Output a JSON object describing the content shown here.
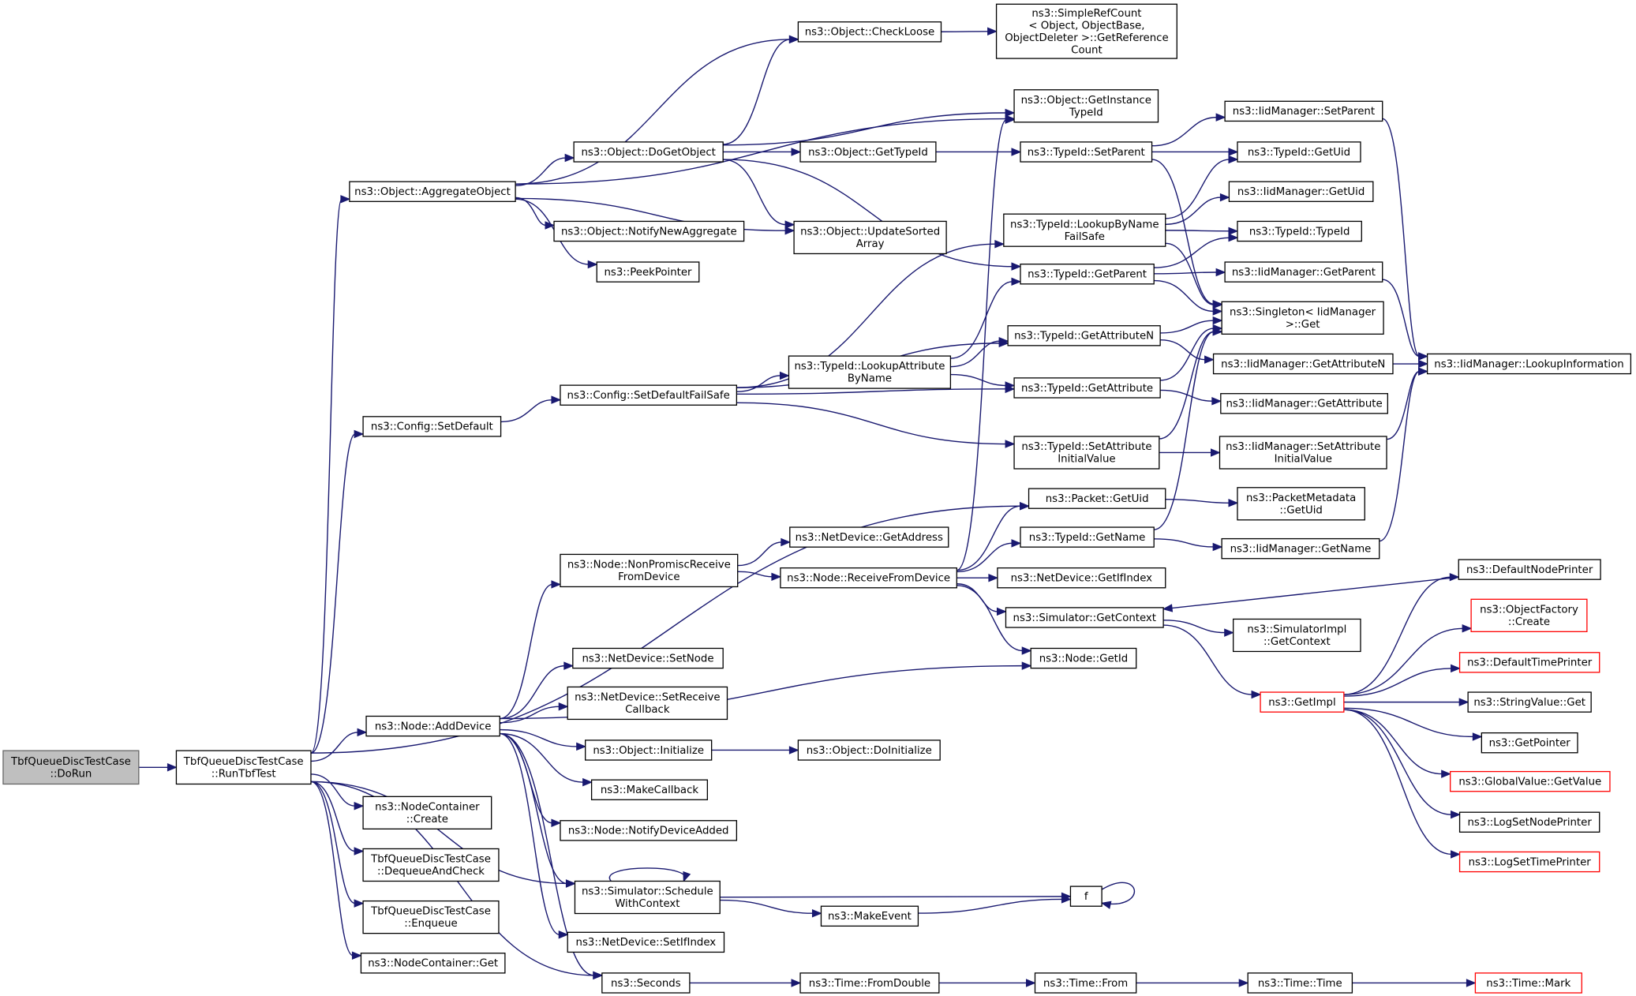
{
  "diagram": {
    "nodes": [
      {
        "id": "n0",
        "lines": [
          "TbfQueueDiscTestCase",
          "::DoRun"
        ],
        "style": "root"
      },
      {
        "id": "n1",
        "lines": [
          "TbfQueueDiscTestCase",
          "::RunTbfTest"
        ]
      },
      {
        "id": "n2",
        "lines": [
          "ns3::Object::AggregateObject"
        ]
      },
      {
        "id": "n3",
        "lines": [
          "ns3::Config::SetDefault"
        ]
      },
      {
        "id": "n4",
        "lines": [
          "ns3::Packet::GetUid"
        ]
      },
      {
        "id": "n5",
        "lines": [
          "ns3::Node::AddDevice"
        ]
      },
      {
        "id": "n6",
        "lines": [
          "ns3::NodeContainer",
          "::Create"
        ]
      },
      {
        "id": "n7",
        "lines": [
          "TbfQueueDiscTestCase",
          "::DequeueAndCheck"
        ]
      },
      {
        "id": "n8",
        "lines": [
          "TbfQueueDiscTestCase",
          "::Enqueue"
        ]
      },
      {
        "id": "n9",
        "lines": [
          "ns3::NodeContainer::Get"
        ]
      },
      {
        "id": "n10",
        "lines": [
          "ns3::Seconds"
        ]
      },
      {
        "id": "n11",
        "lines": [
          "ns3::Simulator::Schedule",
          "WithContext"
        ]
      },
      {
        "id": "n12",
        "lines": [
          "ns3::Object::CheckLoose"
        ]
      },
      {
        "id": "n13",
        "lines": [
          "ns3::SimpleRefCount",
          "< Object, ObjectBase,",
          "ObjectDeleter >::GetReference",
          "Count"
        ]
      },
      {
        "id": "n14",
        "lines": [
          "ns3::Object::GetInstance",
          "TypeId"
        ]
      },
      {
        "id": "n15",
        "lines": [
          "ns3::Object::DoGetObject"
        ]
      },
      {
        "id": "n16",
        "lines": [
          "ns3::Object::GetTypeId"
        ]
      },
      {
        "id": "n17",
        "lines": [
          "ns3::Object::UpdateSorted",
          "Array"
        ]
      },
      {
        "id": "n18",
        "lines": [
          "ns3::Object::NotifyNewAggregate"
        ]
      },
      {
        "id": "n19",
        "lines": [
          "ns3::PeekPointer"
        ]
      },
      {
        "id": "n20",
        "lines": [
          "ns3::TypeId::SetParent"
        ]
      },
      {
        "id": "n21",
        "lines": [
          "ns3::TypeId::GetParent"
        ]
      },
      {
        "id": "n22",
        "lines": [
          "ns3::IidManager::SetParent"
        ]
      },
      {
        "id": "n23",
        "lines": [
          "ns3::TypeId::GetUid"
        ]
      },
      {
        "id": "n24",
        "lines": [
          "ns3::Singleton< IidManager",
          ">::Get"
        ]
      },
      {
        "id": "n25",
        "lines": [
          "ns3::IidManager::LookupInformation"
        ]
      },
      {
        "id": "n26",
        "lines": [
          "ns3::IidManager::GetParent"
        ]
      },
      {
        "id": "n27",
        "lines": [
          "ns3::TypeId::TypeId"
        ]
      },
      {
        "id": "n28",
        "lines": [
          "ns3::Config::SetDefaultFailSafe"
        ]
      },
      {
        "id": "n29",
        "lines": [
          "ns3::TypeId::GetAttributeN"
        ]
      },
      {
        "id": "n30",
        "lines": [
          "ns3::TypeId::GetAttribute"
        ]
      },
      {
        "id": "n31",
        "lines": [
          "ns3::TypeId::LookupAttribute",
          "ByName"
        ]
      },
      {
        "id": "n32",
        "lines": [
          "ns3::TypeId::LookupByName",
          "FailSafe"
        ]
      },
      {
        "id": "n33",
        "lines": [
          "ns3::TypeId::SetAttribute",
          "InitialValue"
        ]
      },
      {
        "id": "n34",
        "lines": [
          "ns3::IidManager::GetAttribute"
        ]
      },
      {
        "id": "n35",
        "lines": [
          "ns3::IidManager::GetAttributeN"
        ]
      },
      {
        "id": "n36",
        "lines": [
          "ns3::IidManager::GetUid"
        ]
      },
      {
        "id": "n37",
        "lines": [
          "ns3::IidManager::SetAttribute",
          "InitialValue"
        ]
      },
      {
        "id": "n38",
        "lines": [
          "ns3::PacketMetadata",
          "::GetUid"
        ]
      },
      {
        "id": "n39",
        "lines": [
          "ns3::Object::Initialize"
        ]
      },
      {
        "id": "n40",
        "lines": [
          "ns3::MakeCallback"
        ]
      },
      {
        "id": "n41",
        "lines": [
          "ns3::NetDevice::SetIfIndex"
        ]
      },
      {
        "id": "n42",
        "lines": [
          "ns3::NetDevice::SetNode"
        ]
      },
      {
        "id": "n43",
        "lines": [
          "ns3::NetDevice::SetReceive",
          "Callback"
        ]
      },
      {
        "id": "n44",
        "lines": [
          "ns3::Node::GetId"
        ]
      },
      {
        "id": "n45",
        "lines": [
          "ns3::Node::NonPromiscReceive",
          "FromDevice"
        ]
      },
      {
        "id": "n46",
        "lines": [
          "ns3::Node::NotifyDeviceAdded"
        ]
      },
      {
        "id": "n47",
        "lines": [
          "ns3::Object::DoInitialize"
        ]
      },
      {
        "id": "n48",
        "lines": [
          "ns3::NetDevice::GetAddress"
        ]
      },
      {
        "id": "n49",
        "lines": [
          "ns3::Node::ReceiveFromDevice"
        ]
      },
      {
        "id": "n50",
        "lines": [
          "ns3::NetDevice::GetIfIndex"
        ]
      },
      {
        "id": "n51",
        "lines": [
          "ns3::Simulator::GetContext"
        ]
      },
      {
        "id": "n52",
        "lines": [
          "ns3::TypeId::GetName"
        ]
      },
      {
        "id": "n53",
        "lines": [
          "ns3::IidManager::GetName"
        ]
      },
      {
        "id": "n54",
        "lines": [
          "ns3::GetImpl"
        ],
        "style": "truncated"
      },
      {
        "id": "n55",
        "lines": [
          "ns3::SimulatorImpl",
          "::GetContext"
        ]
      },
      {
        "id": "n56",
        "lines": [
          "ns3::DefaultNodePrinter"
        ]
      },
      {
        "id": "n57",
        "lines": [
          "ns3::DefaultTimePrinter"
        ],
        "style": "truncated"
      },
      {
        "id": "n58",
        "lines": [
          "ns3::GetPointer"
        ]
      },
      {
        "id": "n59",
        "lines": [
          "ns3::GlobalValue::GetValue"
        ],
        "style": "truncated"
      },
      {
        "id": "n60",
        "lines": [
          "ns3::LogSetNodePrinter"
        ]
      },
      {
        "id": "n61",
        "lines": [
          "ns3::LogSetTimePrinter"
        ],
        "style": "truncated"
      },
      {
        "id": "n62",
        "lines": [
          "ns3::ObjectFactory",
          "::Create"
        ],
        "style": "truncated"
      },
      {
        "id": "n63",
        "lines": [
          "ns3::StringValue::Get"
        ]
      },
      {
        "id": "n64",
        "lines": [
          "ns3::Time::FromDouble"
        ]
      },
      {
        "id": "n65",
        "lines": [
          "ns3::Time::From"
        ]
      },
      {
        "id": "n66",
        "lines": [
          "ns3::Time::Time"
        ]
      },
      {
        "id": "n67",
        "lines": [
          "ns3::Time::Mark"
        ],
        "style": "truncated"
      },
      {
        "id": "n68",
        "lines": [
          "ns3::MakeEvent"
        ]
      },
      {
        "id": "n69",
        "lines": [
          "f"
        ]
      }
    ],
    "edges": [
      [
        "n0",
        "n1"
      ],
      [
        "n1",
        "n2"
      ],
      [
        "n1",
        "n3"
      ],
      [
        "n1",
        "n4"
      ],
      [
        "n1",
        "n5"
      ],
      [
        "n1",
        "n6"
      ],
      [
        "n1",
        "n7"
      ],
      [
        "n1",
        "n8"
      ],
      [
        "n1",
        "n9"
      ],
      [
        "n1",
        "n10"
      ],
      [
        "n1",
        "n11"
      ],
      [
        "n2",
        "n12"
      ],
      [
        "n2",
        "n14"
      ],
      [
        "n2",
        "n15"
      ],
      [
        "n2",
        "n17"
      ],
      [
        "n2",
        "n18"
      ],
      [
        "n2",
        "n19"
      ],
      [
        "n12",
        "n13"
      ],
      [
        "n15",
        "n12"
      ],
      [
        "n15",
        "n14"
      ],
      [
        "n15",
        "n16"
      ],
      [
        "n15",
        "n17"
      ],
      [
        "n15",
        "n21"
      ],
      [
        "n16",
        "n20"
      ],
      [
        "n20",
        "n22"
      ],
      [
        "n20",
        "n23"
      ],
      [
        "n20",
        "n24"
      ],
      [
        "n22",
        "n25"
      ],
      [
        "n21",
        "n26"
      ],
      [
        "n21",
        "n27"
      ],
      [
        "n21",
        "n24"
      ],
      [
        "n26",
        "n25"
      ],
      [
        "n3",
        "n28"
      ],
      [
        "n28",
        "n32"
      ],
      [
        "n28",
        "n29"
      ],
      [
        "n28",
        "n31"
      ],
      [
        "n28",
        "n30"
      ],
      [
        "n28",
        "n33"
      ],
      [
        "n31",
        "n21"
      ],
      [
        "n31",
        "n29"
      ],
      [
        "n31",
        "n30"
      ],
      [
        "n32",
        "n36"
      ],
      [
        "n32",
        "n27"
      ],
      [
        "n32",
        "n23"
      ],
      [
        "n32",
        "n24"
      ],
      [
        "n29",
        "n24"
      ],
      [
        "n29",
        "n35"
      ],
      [
        "n30",
        "n24"
      ],
      [
        "n30",
        "n34"
      ],
      [
        "n33",
        "n24"
      ],
      [
        "n33",
        "n37"
      ],
      [
        "n35",
        "n25"
      ],
      [
        "n37",
        "n25"
      ],
      [
        "n4",
        "n38"
      ],
      [
        "n5",
        "n39"
      ],
      [
        "n5",
        "n40"
      ],
      [
        "n5",
        "n41"
      ],
      [
        "n5",
        "n42"
      ],
      [
        "n5",
        "n43"
      ],
      [
        "n5",
        "n44"
      ],
      [
        "n5",
        "n45"
      ],
      [
        "n5",
        "n46"
      ],
      [
        "n5",
        "n10"
      ],
      [
        "n5",
        "n11"
      ],
      [
        "n39",
        "n47"
      ],
      [
        "n45",
        "n48"
      ],
      [
        "n45",
        "n49"
      ],
      [
        "n49",
        "n14"
      ],
      [
        "n49",
        "n4"
      ],
      [
        "n49",
        "n52"
      ],
      [
        "n49",
        "n50"
      ],
      [
        "n49",
        "n51"
      ],
      [
        "n49",
        "n44"
      ],
      [
        "n52",
        "n24"
      ],
      [
        "n52",
        "n53"
      ],
      [
        "n53",
        "n25"
      ],
      [
        "n51",
        "n54"
      ],
      [
        "n51",
        "n55"
      ],
      [
        "n54",
        "n56"
      ],
      [
        "n54",
        "n62"
      ],
      [
        "n54",
        "n57"
      ],
      [
        "n54",
        "n63"
      ],
      [
        "n54",
        "n58"
      ],
      [
        "n54",
        "n59"
      ],
      [
        "n54",
        "n60"
      ],
      [
        "n54",
        "n61"
      ],
      [
        "n56",
        "n51"
      ],
      [
        "n10",
        "n64"
      ],
      [
        "n64",
        "n65"
      ],
      [
        "n65",
        "n66"
      ],
      [
        "n66",
        "n67"
      ],
      [
        "n11",
        "n11"
      ],
      [
        "n11",
        "n68"
      ],
      [
        "n11",
        "n69"
      ],
      [
        "n68",
        "n69"
      ],
      [
        "n69",
        "n69"
      ]
    ]
  }
}
